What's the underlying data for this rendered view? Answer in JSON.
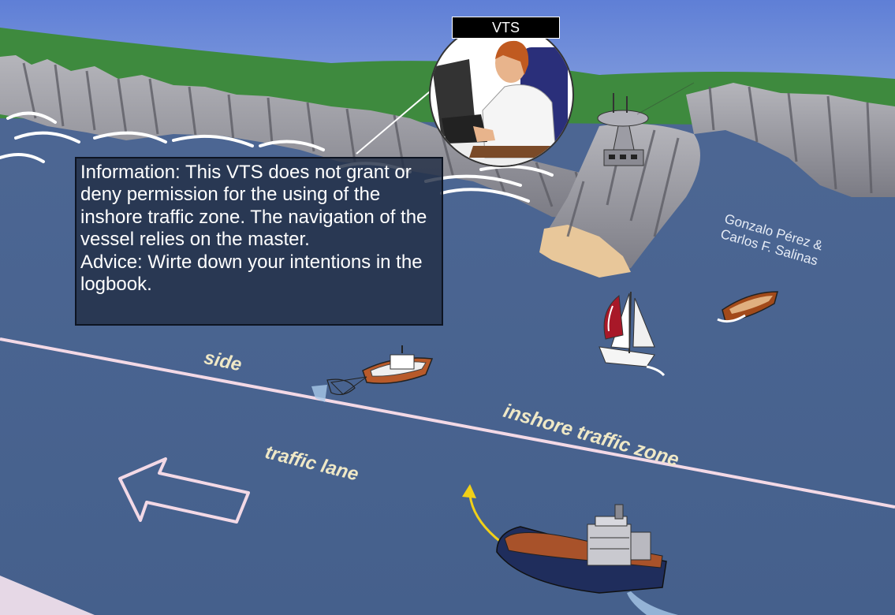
{
  "vts_label": "VTS",
  "info_text": "Information: This VTS does not grant or deny permission for the using of the inshore traffic zone. The navigation of the vessel relies  on the master.\nAdvice: Wirte down your intentions in the logbook.",
  "credit": "Gonzalo Pérez &\nCarlos F. Salinas",
  "labels": {
    "side": "side",
    "inshore_zone": "inshore traffic zone",
    "traffic_lane": "traffic lane"
  },
  "colors": {
    "sky": "#6f8fd8",
    "sea": "#4a6590",
    "land": "#3e8a3e",
    "cliff": "#9a9aa0",
    "lane_line": "#f3d9e6",
    "text_panel": "#222e46"
  }
}
